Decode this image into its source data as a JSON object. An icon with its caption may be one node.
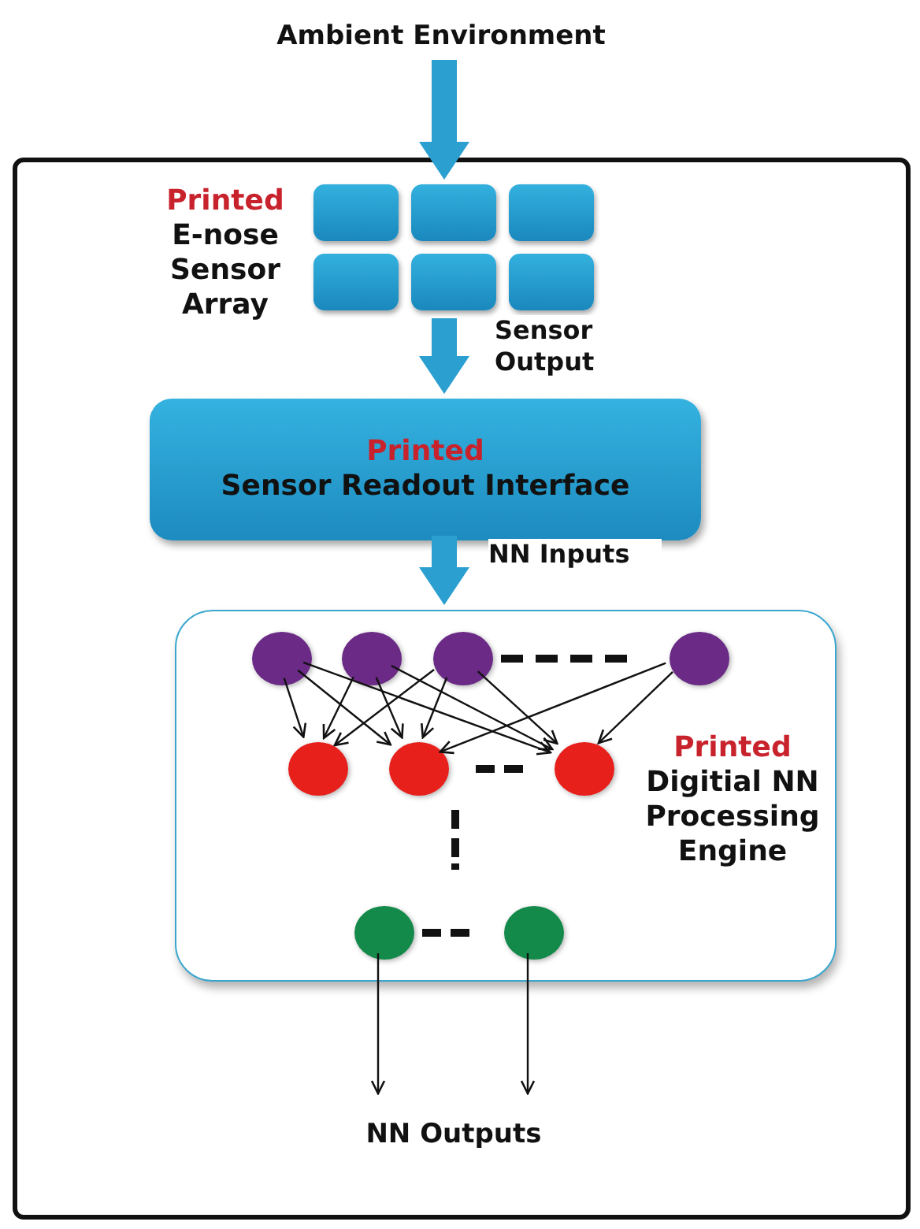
{
  "diagram": {
    "nodes": [
      {
        "text": [],
        "shape": "box"
      },
      {
        "text": [
          "Ambient Environment"
        ]
      },
      {
        "text": [
          "Printed",
          "E-nose Sensor Array"
        ],
        "in": 0
      },
      {
        "text": [],
        "shape": "box",
        "in": 2
      },
      {
        "text": [],
        "shape": "box",
        "in": 2
      },
      {
        "text": [],
        "shape": "box",
        "in": 2
      },
      {
        "text": [],
        "shape": "box",
        "in": 2
      },
      {
        "text": [],
        "shape": "box",
        "in": 2
      },
      {
        "text": [],
        "shape": "box",
        "in": 2
      },
      {
        "text": [
          "Printed",
          "Sensor Readout Interface"
        ],
        "in": 0
      },
      {
        "text": [
          "Printed",
          "Digitial NN Processing Engine"
        ],
        "in": 0
      },
      {
        "text": [],
        "shape": "circle",
        "in": 10
      },
      {
        "text": [],
        "shape": "circle",
        "in": 10
      },
      {
        "text": [],
        "shape": "circle",
        "in": 10
      },
      {
        "text": [],
        "shape": "circle",
        "in": 10
      },
      {
        "text": [],
        "shape": "circle",
        "in": 10
      },
      {
        "text": [],
        "shape": "circle",
        "in": 10
      },
      {
        "text": [],
        "shape": "circle",
        "in": 10
      },
      {
        "text": [],
        "shape": "circle",
        "in": 10
      },
      {
        "text": [],
        "shape": "circle",
        "in": 10
      },
      {
        "text": [
          "NN Outputs"
        ],
        "in": 0
      }
    ],
    "edges": [
      {
        "from": 1,
        "to": 2,
        "arrow": "to",
        "style": "thick",
        "color": "#2a9fd0"
      },
      {
        "from": 2,
        "to": 9,
        "arrow": "to",
        "label": "Sensor Output",
        "style": "thick",
        "color": "#2a9fd0"
      },
      {
        "from": 9,
        "to": 10,
        "arrow": "to",
        "label": "NN Inputs",
        "style": "thick",
        "color": "#2a9fd0"
      },
      {
        "from": 11,
        "to": 15,
        "arrow": "to"
      },
      {
        "from": 11,
        "to": 16,
        "arrow": "to"
      },
      {
        "from": 11,
        "to": 17,
        "arrow": "to"
      },
      {
        "from": 12,
        "to": 15,
        "arrow": "to"
      },
      {
        "from": 12,
        "to": 16,
        "arrow": "to"
      },
      {
        "from": 12,
        "to": 17,
        "arrow": "to"
      },
      {
        "from": 13,
        "to": 15,
        "arrow": "to"
      },
      {
        "from": 13,
        "to": 16,
        "arrow": "to"
      },
      {
        "from": 13,
        "to": 17,
        "arrow": "to"
      },
      {
        "from": 14,
        "to": 16,
        "arrow": "to"
      },
      {
        "from": 14,
        "to": 17,
        "arrow": "to"
      },
      {
        "from": 18,
        "to": 20,
        "arrow": "to"
      },
      {
        "from": 19,
        "to": 20,
        "arrow": "to"
      }
    ]
  }
}
